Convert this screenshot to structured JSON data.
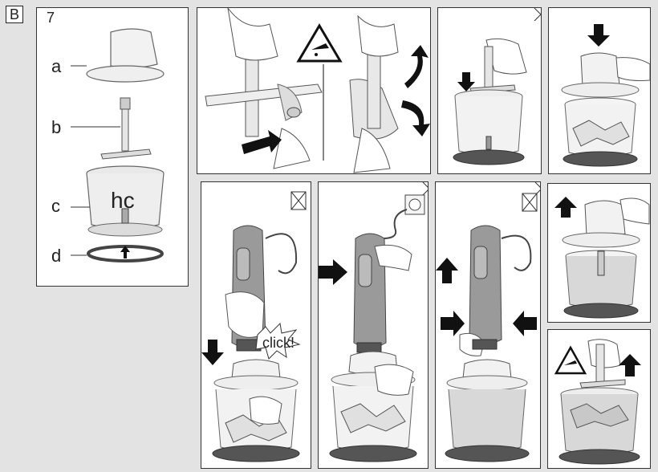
{
  "section_label": "B",
  "step_number": "7",
  "parts": {
    "a": "a",
    "b": "b",
    "c": "c",
    "d": "d",
    "hc": "hc"
  },
  "click_text": "click!",
  "icons": {
    "warning": "blade-warning-icon",
    "no_dishwasher": "no-dishwasher-icon",
    "arrow": "arrow-icon",
    "plug": "power-plug-icon"
  },
  "colors": {
    "panel_bg": "#ffffff",
    "page_bg": "#e3e3e3",
    "arrow": "#111111",
    "device": "#9a9a9a",
    "bowl": "#dcdcdc",
    "ring": "#555555"
  }
}
